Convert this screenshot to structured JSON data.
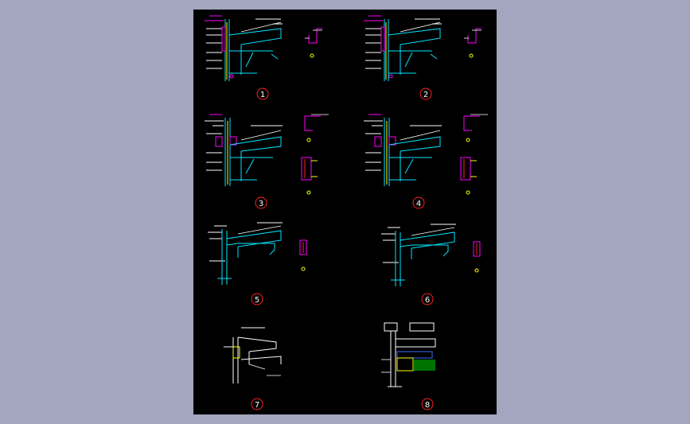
{
  "drawing": {
    "background": "#000000",
    "frame_background": "#a3a6be",
    "colors": {
      "cyan": "#00e5ff",
      "magenta": "#ff00ff",
      "yellow": "#ffff00",
      "red": "#ff2020",
      "white": "#ffffff",
      "green": "#00c000",
      "blue": "#3a6bff"
    },
    "details": [
      {
        "number": "1"
      },
      {
        "number": "2"
      },
      {
        "number": "3"
      },
      {
        "number": "4"
      },
      {
        "number": "5"
      },
      {
        "number": "6"
      },
      {
        "number": "7"
      },
      {
        "number": "8"
      }
    ]
  }
}
